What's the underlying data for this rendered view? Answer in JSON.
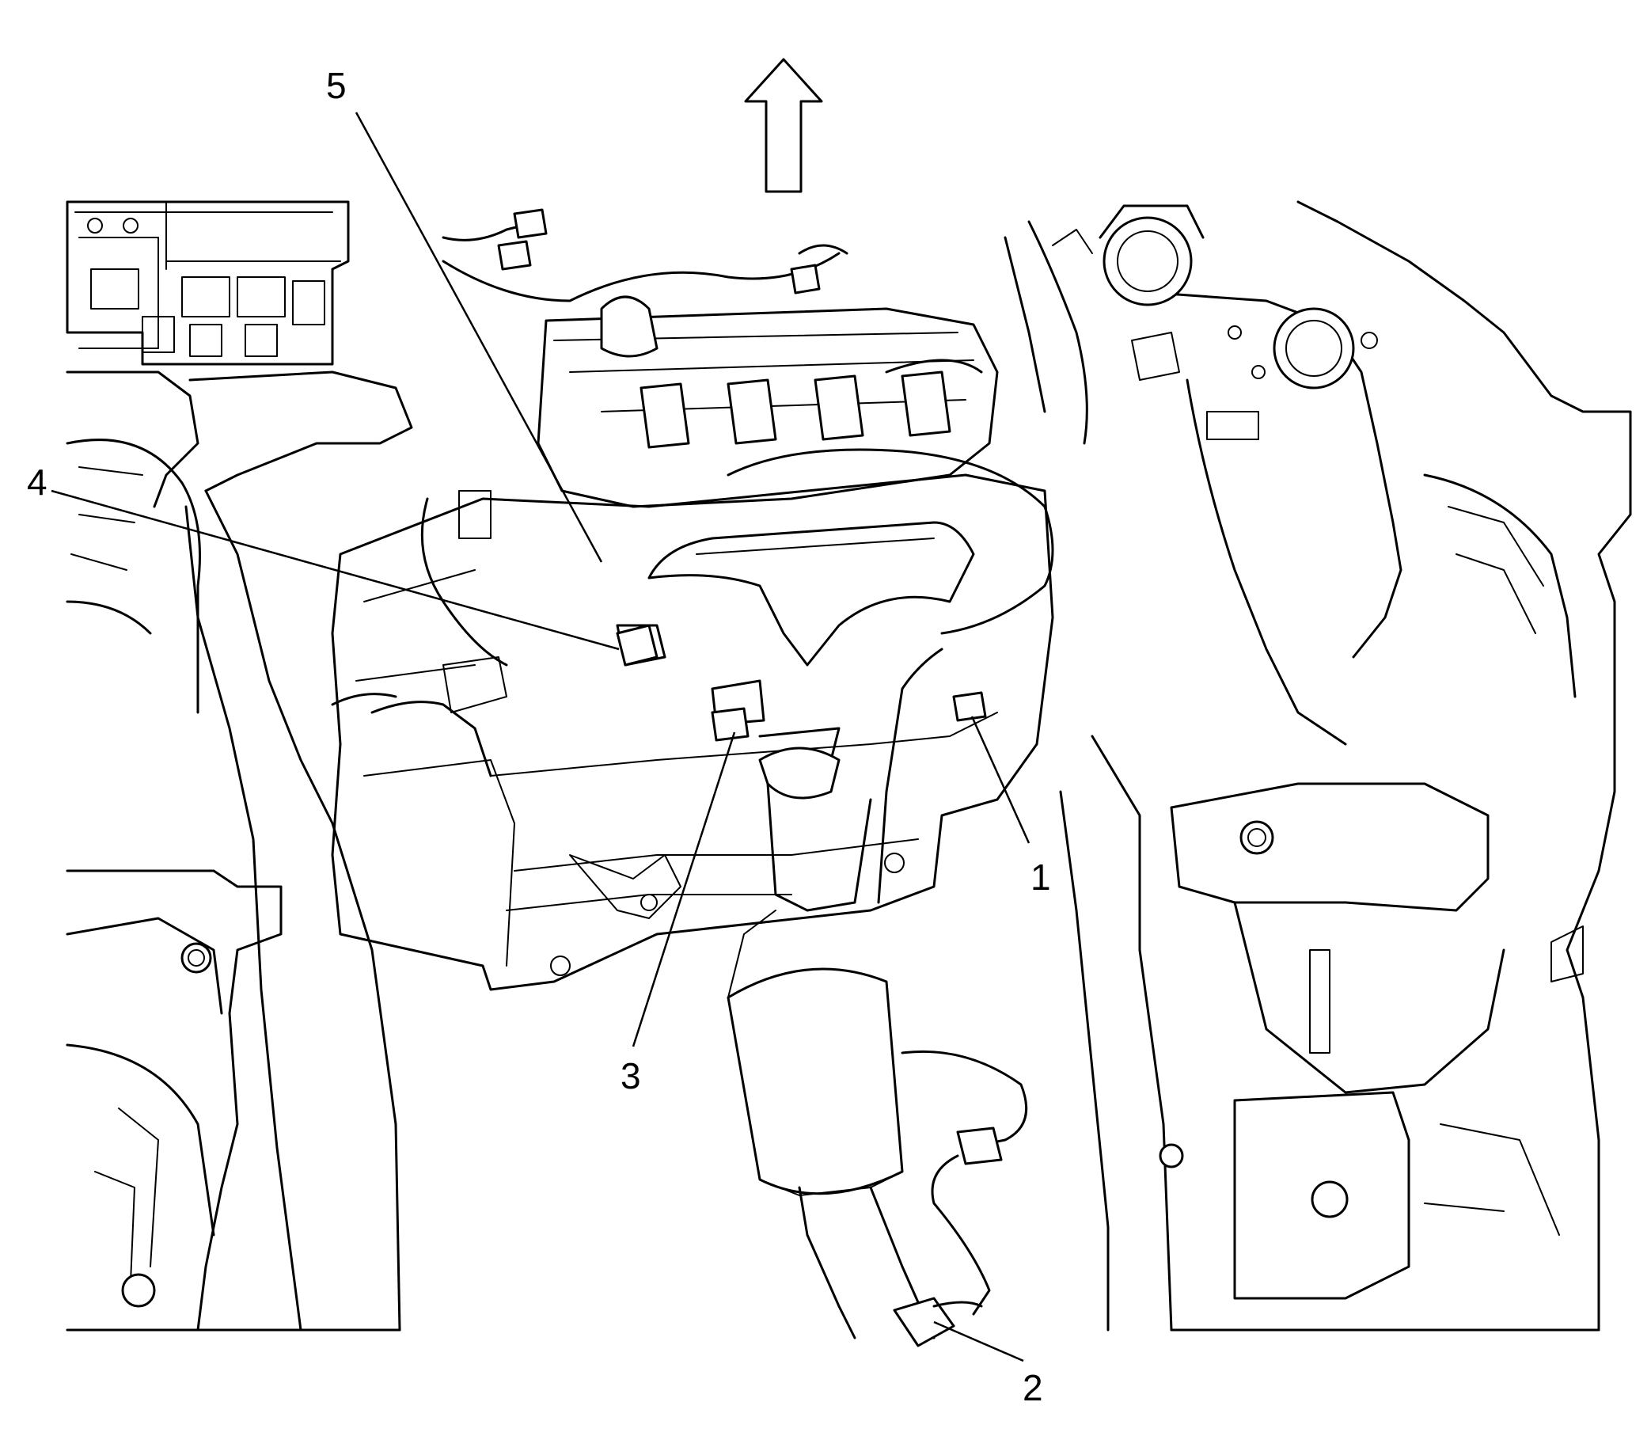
{
  "view": {
    "orientation_arrow": "up-arrow-icon"
  },
  "callouts": [
    {
      "id": "1",
      "label": "1"
    },
    {
      "id": "2",
      "label": "2"
    },
    {
      "id": "3",
      "label": "3"
    },
    {
      "id": "4",
      "label": "4"
    },
    {
      "id": "5",
      "label": "5"
    }
  ]
}
